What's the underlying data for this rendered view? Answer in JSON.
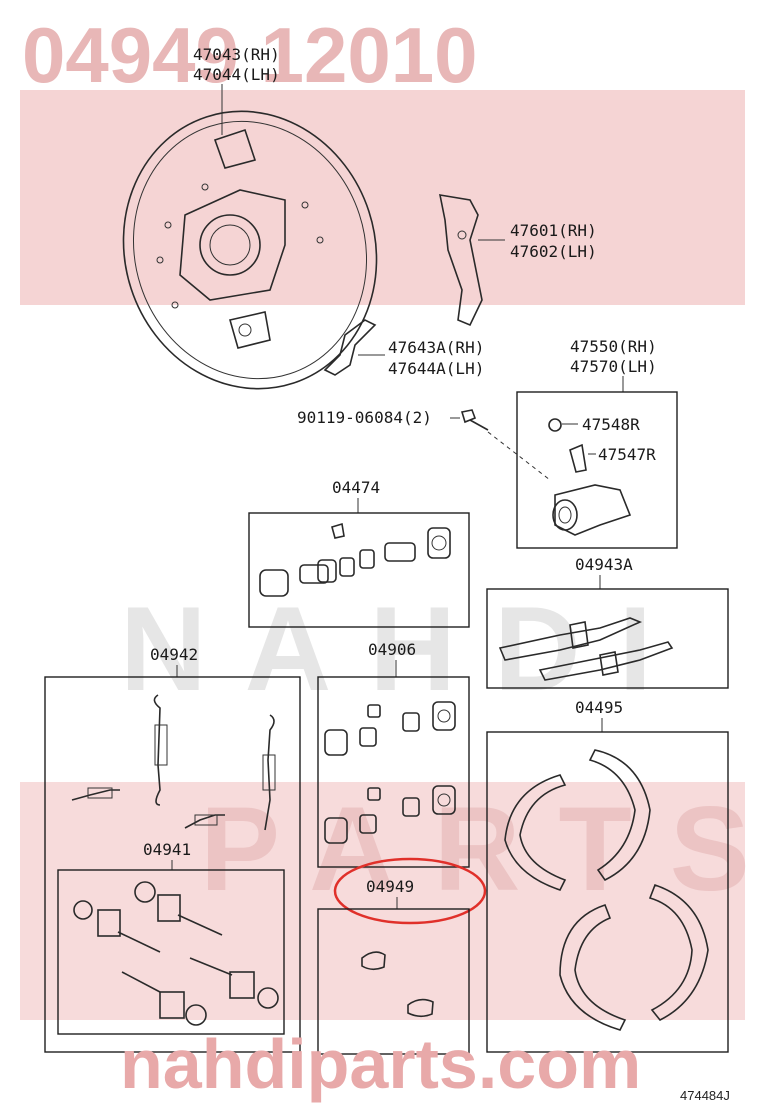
{
  "part_number": "04949 12010",
  "watermark": {
    "site": "nahdiparts.com",
    "brand": "NAHDI",
    "sub": "PARTS"
  },
  "figure_code": "474484J",
  "colors": {
    "highlight": "#e0302a",
    "watermark_red": "#e8a9a9",
    "watermark_band": "#f3cccc",
    "line": "#1e1e1e"
  },
  "labels": {
    "backing_plate_rh": "47043(RH)",
    "backing_plate_lh": "47044(LH)",
    "lever_rh": "47601(RH)",
    "lever_lh": "47602(LH)",
    "bracket_rh": "47643A(RH)",
    "bracket_lh": "47644A(LH)",
    "cylinder_rh": "47550(RH)",
    "cylinder_lh": "47570(LH)",
    "bolt": "90119-06084(2)",
    "cap": "47548R",
    "bleeder": "47547R",
    "kit_04474": "04474",
    "kit_04943a": "04943A",
    "kit_04942": "04942",
    "kit_04906": "04906",
    "kit_04495": "04495",
    "kit_04941": "04941",
    "kit_04949": "04949"
  }
}
